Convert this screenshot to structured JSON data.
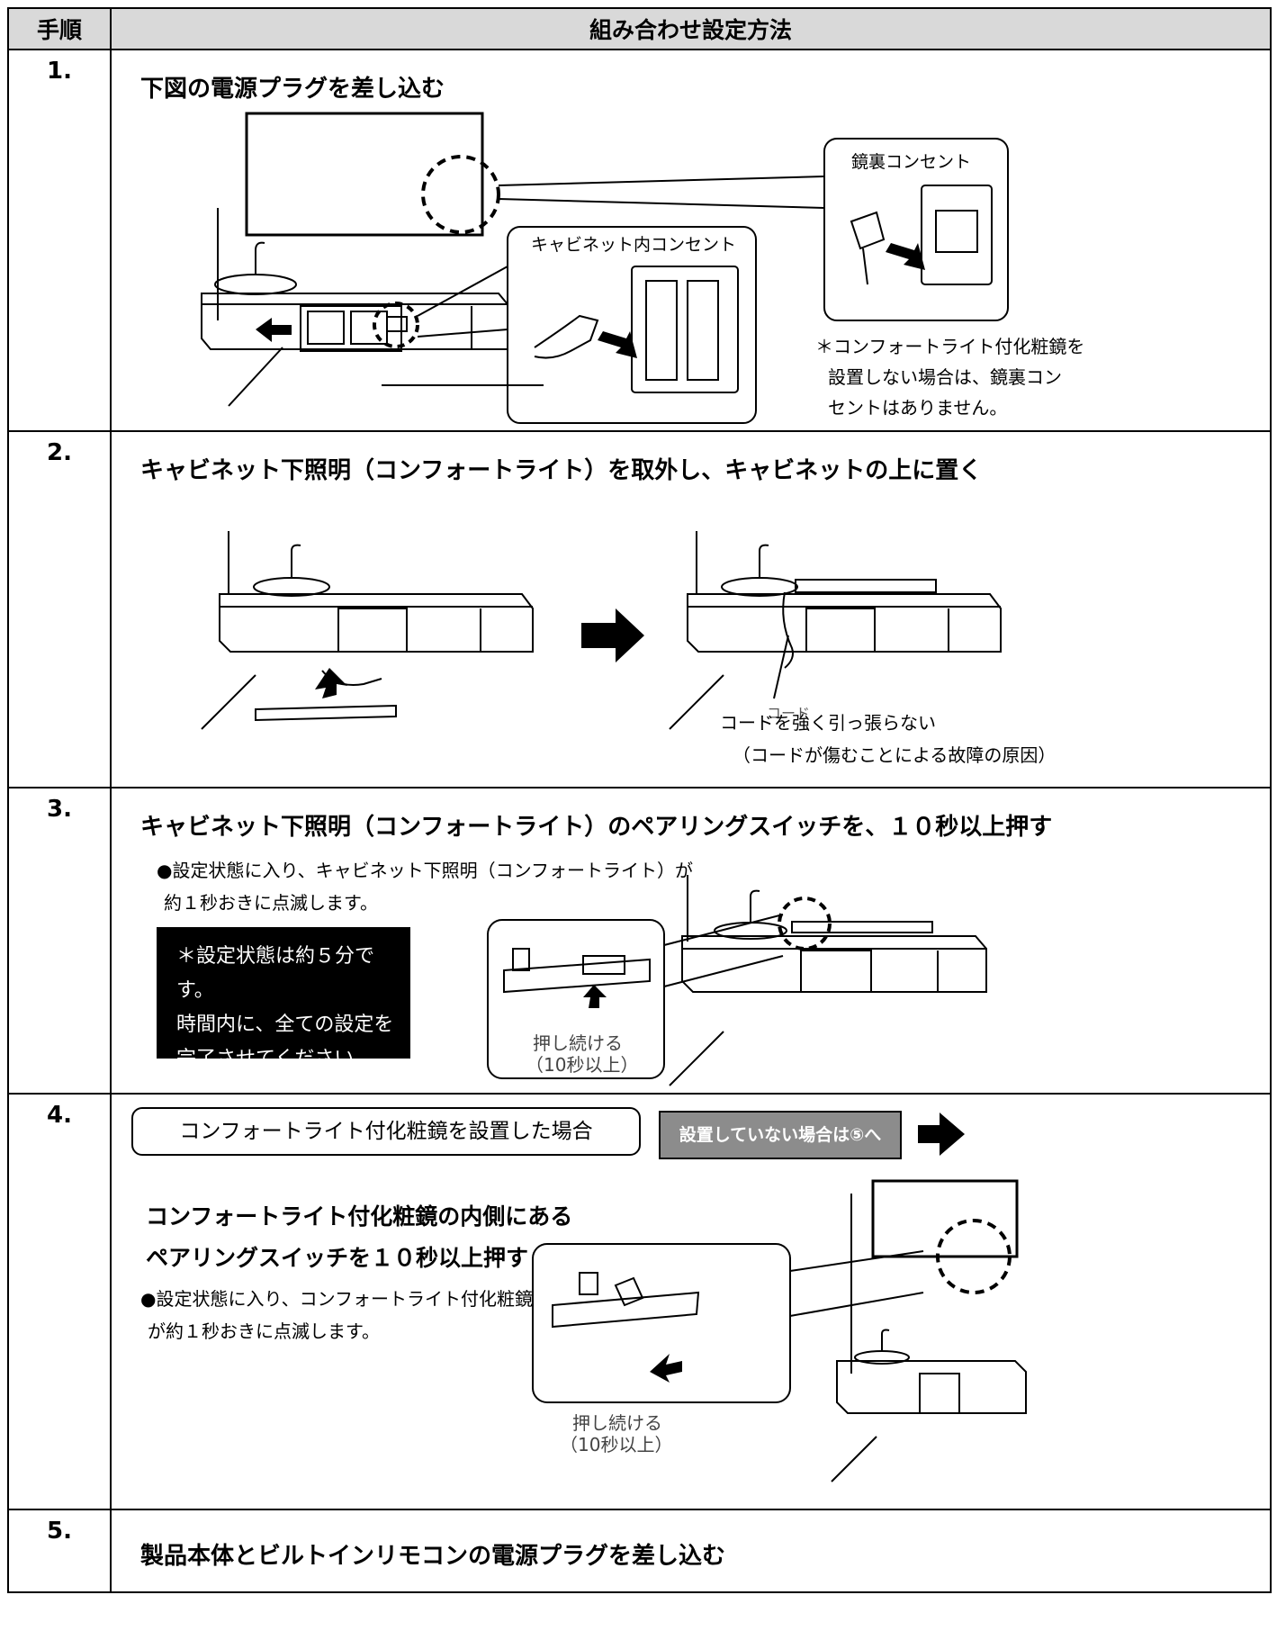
{
  "header": {
    "col_step": "手順",
    "col_method": "組み合わせ設定方法"
  },
  "steps": [
    {
      "number": "1.",
      "heading": "下図の電源プラグを差し込む",
      "labels": {
        "mirror_outlet": "鏡裏コンセント",
        "cabinet_outlet": "キャビネット内コンセント"
      },
      "note": [
        "＊コンフォートライト付化粧鏡を",
        "設置しない場合は、鏡裏コン",
        "セントはありません。"
      ]
    },
    {
      "number": "2.",
      "heading": "キャビネット下照明（コンフォートライト）を取外し、キャビネットの上に置く",
      "cord_label": "コード",
      "note": [
        "コードを強く引っ張らない",
        "（コードが傷むことによる故障の原因）"
      ]
    },
    {
      "number": "3.",
      "heading": "キャビネット下照明（コンフォートライト）のペアリングスイッチを、１０秒以上押す",
      "body": [
        "●設定状態に入り、キャビネット下照明（コンフォートライト）が",
        "約１秒おきに点滅します。"
      ],
      "box": [
        "＊設定状態は約５分です。",
        "時間内に、全ての設定を",
        "完了させてください。"
      ],
      "press_label": [
        "押し続ける",
        "（10秒以上）"
      ]
    },
    {
      "number": "4.",
      "case_label": "コンフォートライト付化粧鏡を設置した場合",
      "skip_button": "設置していない場合は⑤へ",
      "heading_lines": [
        "コンフォートライト付化粧鏡の内側にある",
        "ペアリングスイッチを１０秒以上押す"
      ],
      "body": [
        "●設定状態に入り、コンフォートライト付化粧鏡",
        "が約１秒おきに点滅します。"
      ],
      "press_label": [
        "押し続ける",
        "（10秒以上）"
      ]
    },
    {
      "number": "5.",
      "heading": "製品本体とビルトインリモコンの電源プラグを差し込む"
    }
  ]
}
